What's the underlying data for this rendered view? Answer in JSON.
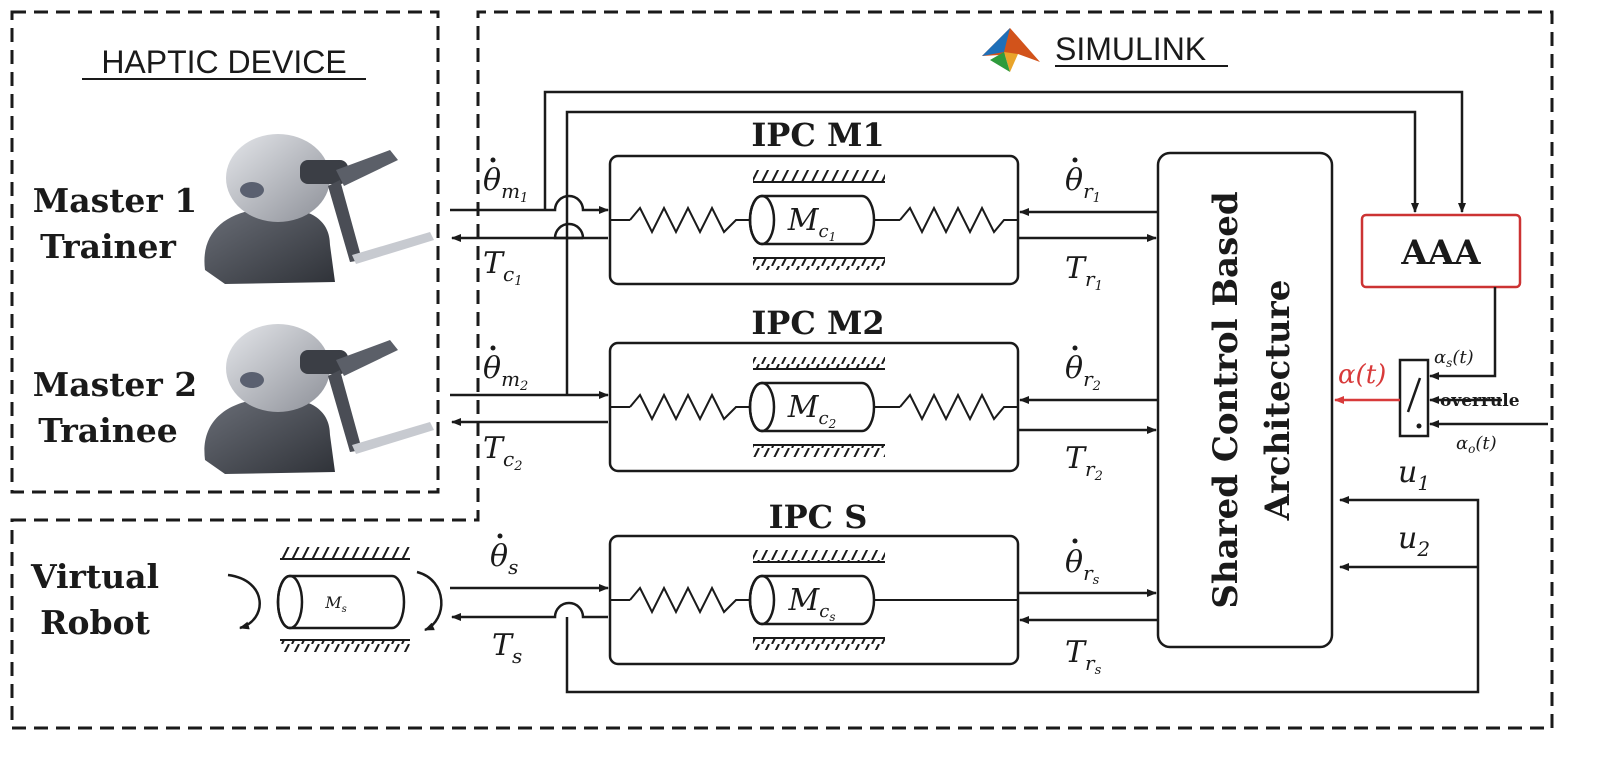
{
  "sections": {
    "haptic_label": "HAPTIC DEVICE",
    "simulink_label": "SIMULINK"
  },
  "masters": [
    {
      "name": "Master 1",
      "role": "Trainer"
    },
    {
      "name": "Master 2",
      "role": "Trainee"
    }
  ],
  "virtual_robot": {
    "line1": "Virtual",
    "line2": "Robot",
    "mass": "M",
    "mass_sub": "s"
  },
  "ipc_blocks": [
    {
      "title": "IPC M1",
      "mass": "M",
      "mass_sub": "c",
      "mass_subsub": "1"
    },
    {
      "title": "IPC M2",
      "mass": "M",
      "mass_sub": "c",
      "mass_subsub": "2"
    },
    {
      "title": "IPC S",
      "mass": "M",
      "mass_sub": "c",
      "mass_subsub": "s"
    }
  ],
  "left_signals": [
    {
      "vel": "θ",
      "vel_sub": "m",
      "vel_subsub": "1",
      "torque": "T",
      "torque_sub": "c",
      "torque_subsub": "1"
    },
    {
      "vel": "θ",
      "vel_sub": "m",
      "vel_subsub": "2",
      "torque": "T",
      "torque_sub": "c",
      "torque_subsub": "2"
    },
    {
      "vel": "θ",
      "vel_sub": "s",
      "vel_subsub": "",
      "torque": "T",
      "torque_sub": "s",
      "torque_subsub": ""
    }
  ],
  "right_signals": [
    {
      "vel": "θ",
      "vel_sub": "r",
      "vel_subsub": "1",
      "torque": "T",
      "torque_sub": "r",
      "torque_subsub": "1"
    },
    {
      "vel": "θ",
      "vel_sub": "r",
      "vel_subsub": "2",
      "torque": "T",
      "torque_sub": "r",
      "torque_subsub": "2"
    },
    {
      "vel": "θ",
      "vel_sub": "r",
      "vel_subsub": "s",
      "torque": "T",
      "torque_sub": "r",
      "torque_subsub": "s"
    }
  ],
  "shared_control": {
    "line1": "Shared Control Based",
    "line2": "Architecture"
  },
  "aaa": {
    "label": "AAA",
    "color": "#cc3333"
  },
  "switch": {
    "alpha_out": "α(t)",
    "alpha_out_color": "#d83a3a",
    "alpha_s": "α",
    "alpha_s_sub": "s",
    "alpha_s_arg": "(t)",
    "overrule": "overrule",
    "alpha_o": "α",
    "alpha_o_sub": "o",
    "alpha_o_arg": "(t)"
  },
  "inputs": [
    {
      "label": "u",
      "sub": "1"
    },
    {
      "label": "u",
      "sub": "2"
    }
  ],
  "colors": {
    "line": "#1a1a1a",
    "device_dark": "#4a4d55",
    "device_light": "#b9bcc2"
  }
}
